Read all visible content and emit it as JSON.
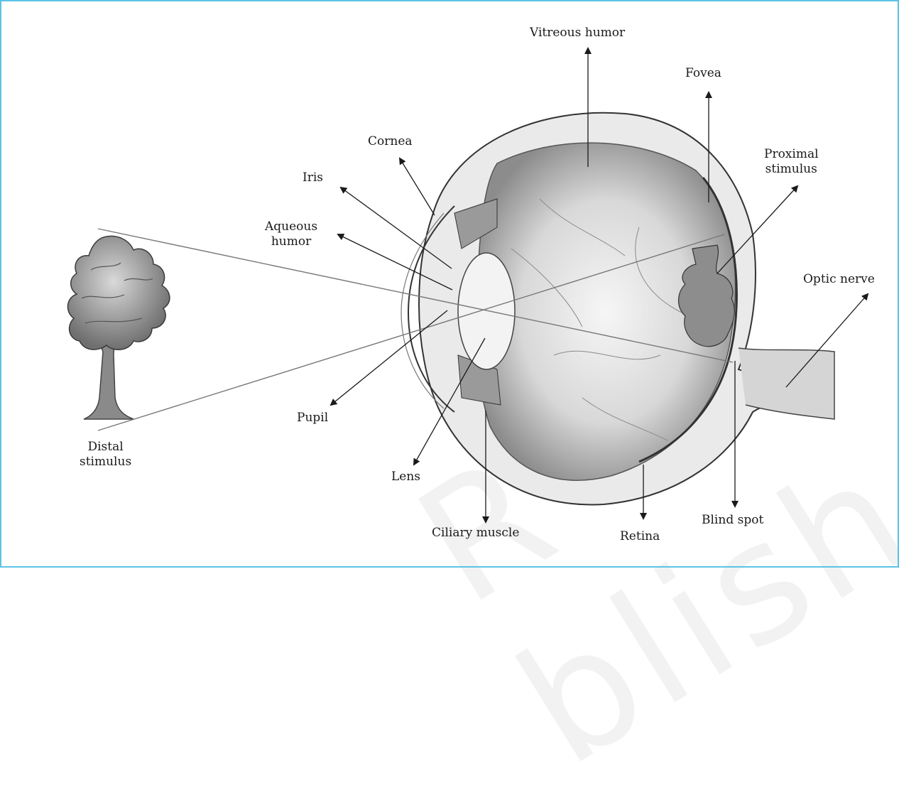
{
  "colors": {
    "border": "#5bc3e6",
    "ink": "#1a1a1a",
    "pencil": "#6a6a6a"
  },
  "labels": {
    "vitreous_humor": "Vitreous humor",
    "fovea": "Fovea",
    "cornea": "Cornea",
    "proximal_stimulus_1": "Proximal",
    "proximal_stimulus_2": "stimulus",
    "iris": "Iris",
    "aqueous_humor_1": "Aqueous",
    "aqueous_humor_2": "humor",
    "optic_nerve": "Optic nerve",
    "pupil": "Pupil",
    "distal_stimulus_1": "Distal",
    "distal_stimulus_2": "stimulus",
    "lens": "Lens",
    "ciliary_muscle": "Ciliary muscle",
    "retina": "Retina",
    "blind_spot": "Blind spot"
  }
}
